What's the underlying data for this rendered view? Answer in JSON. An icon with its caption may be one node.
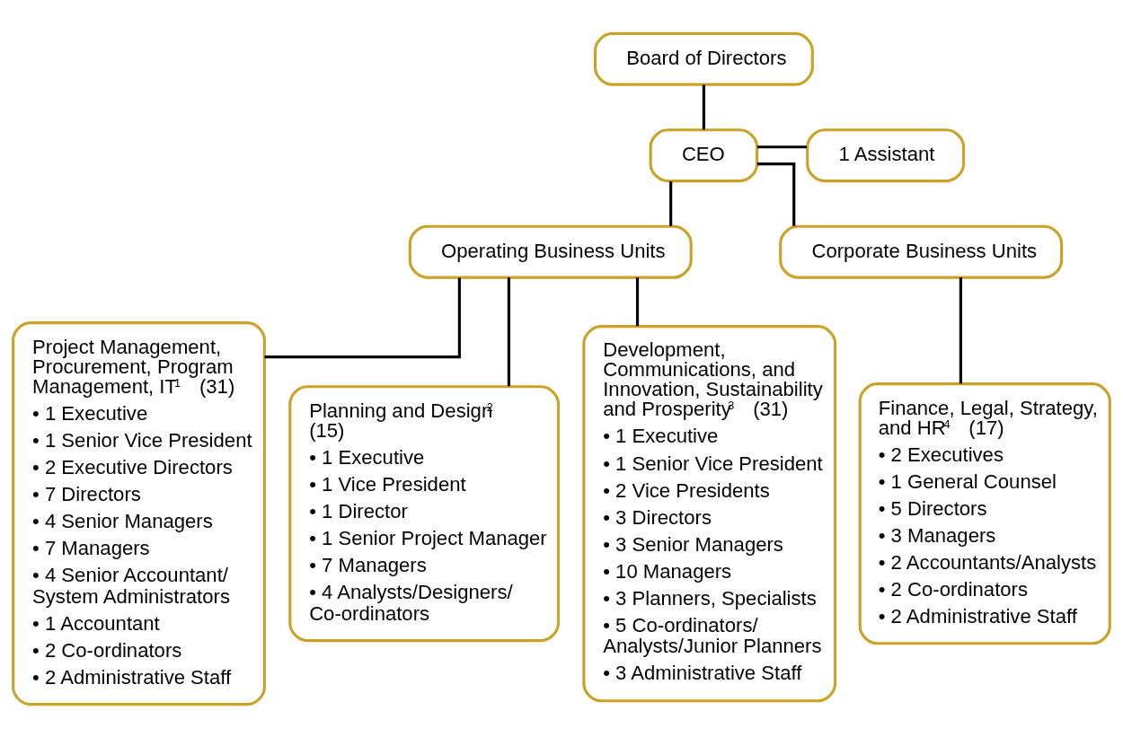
{
  "diagram": {
    "nodes": [
      {
        "text": [
          "Board of Directors"
        ]
      },
      {
        "text": [
          "CEO"
        ]
      },
      {
        "text": [
          "1 Assistant"
        ]
      },
      {
        "text": [
          "Operating Business Units"
        ]
      },
      {
        "text": [
          "Corporate Business Units"
        ]
      },
      {
        "text": [
          "Project Management, Procurement, Program Management, IT$^{1}$ (31)",
          "• 1 Executive",
          "• 1 Senior Vice President",
          "• 2 Executive Directors",
          "• 7 Directors",
          "• 4 Senior Managers",
          "• 7 Managers",
          "• 4 Senior Accountant/ System Administrators",
          "• 1 Accountant",
          "• 2 Co-ordinators",
          "• 2 Administrative Staff"
        ]
      },
      {
        "text": [
          "Planning and Design$^{2}$ (15)",
          "• 1 Executive",
          "• 1 Vice President",
          "• 1 Director",
          "• 1 Senior Project Manager",
          "• 7 Managers",
          "• 4 Analysts/Designers/ Co-ordinators"
        ]
      },
      {
        "text": [
          "Development, Communications, and Innovation, Sustainability and Prosperity$^{3}$ (31)",
          "• 1 Executive",
          "• 1 Senior Vice President",
          "• 2 Vice Presidents",
          "• 3 Directors",
          "• 3 Senior Managers",
          "• 10 Managers",
          "• 3 Planners, Specialists",
          "• 5 Co-ordinators/ Analysts/Junior Planners",
          "• 3 Administrative Staff"
        ]
      },
      {
        "text": [
          "Finance, Legal, Strategy, and HR$^{4}$ (17)",
          "• 2 Executives",
          "• 1 General Counsel",
          "• 5 Directors",
          "• 3 Managers",
          "• 2 Accountants/Analysts",
          "• 2 Co-ordinators",
          "• 2 Administrative Staff"
        ]
      }
    ],
    "edges": [
      {
        "from": 0,
        "to": 1,
        "arrow": "none"
      },
      {
        "from": 1,
        "to": 2,
        "arrow": "none"
      },
      {
        "from": 1,
        "to": 3,
        "arrow": "none"
      },
      {
        "from": 1,
        "to": 4,
        "arrow": "none"
      },
      {
        "from": 3,
        "to": 5,
        "arrow": "none"
      },
      {
        "from": 3,
        "to": 6,
        "arrow": "none"
      },
      {
        "from": 3,
        "to": 7,
        "arrow": "none"
      },
      {
        "from": 4,
        "to": 8,
        "arrow": "none"
      }
    ]
  }
}
